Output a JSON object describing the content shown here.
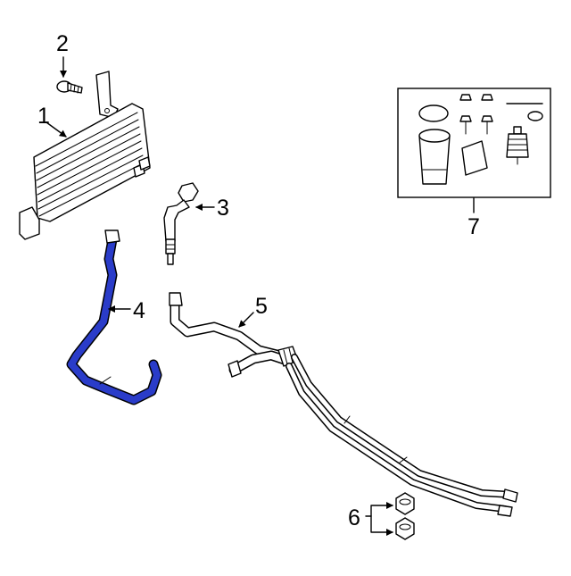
{
  "diagram": {
    "highlight_color": "#2a3cc9",
    "callouts": [
      {
        "id": "1",
        "label": "1"
      },
      {
        "id": "2",
        "label": "2"
      },
      {
        "id": "3",
        "label": "3"
      },
      {
        "id": "4",
        "label": "4"
      },
      {
        "id": "5",
        "label": "5"
      },
      {
        "id": "6",
        "label": "6"
      },
      {
        "id": "7",
        "label": "7"
      }
    ]
  }
}
